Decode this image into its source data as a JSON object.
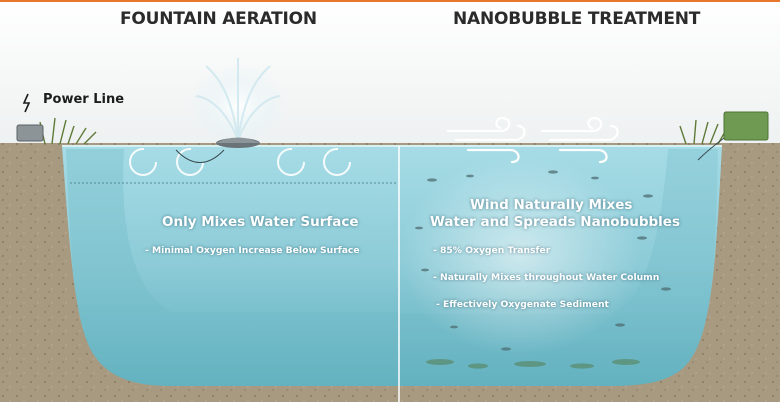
{
  "left_panel": {
    "title": "FOUNTAIN AERATION",
    "power_label": "Power Line",
    "headline": "Only Mixes Water Surface",
    "bullets": [
      "- Minimal Oxygen Increase Below Surface"
    ]
  },
  "right_panel": {
    "title": "NANOBUBBLE TREATMENT",
    "headline_lines": [
      "Wind Naturally Mixes",
      "Water and Spreads Nanobubbles"
    ],
    "bullets": [
      "- 85% Oxygen Transfer",
      "- Naturally Mixes throughout Water Column",
      "- Effectively Oxygenate Sediment"
    ]
  },
  "colors": {
    "water_top": "#a6dce6",
    "water_deep": "#5eaebd",
    "soil": "#a89a80",
    "sky": "#f7f8f8",
    "accent_line": "#e8762b"
  }
}
